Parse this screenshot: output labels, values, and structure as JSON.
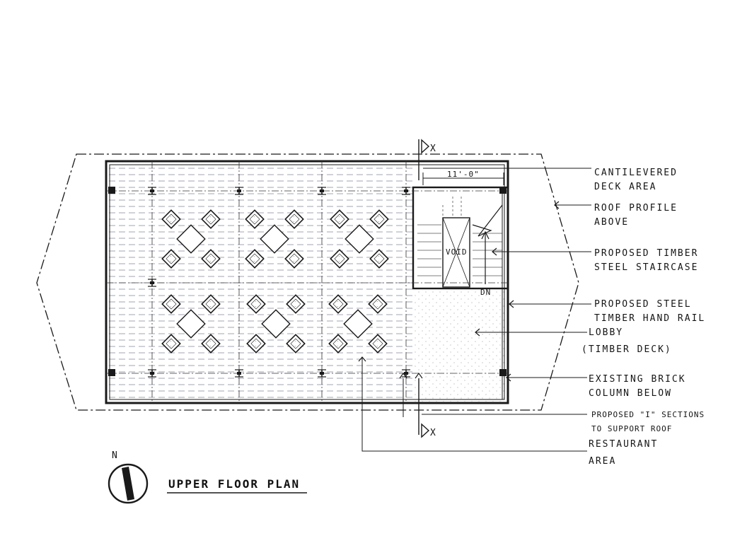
{
  "drawing": {
    "title": "UPPER FLOOR PLAN",
    "north_label": "N",
    "section_marker": "X",
    "dimension": "11'-0\"",
    "void_label": "VOID",
    "down_label": "DN"
  },
  "callouts": [
    {
      "line1": "CANTILEVERED",
      "line2": "DECK AREA"
    },
    {
      "line1": "ROOF PROFILE",
      "line2": "ABOVE"
    },
    {
      "line1": "PROPOSED TIMBER",
      "line2": "STEEL STAIRCASE"
    },
    {
      "line1": "PROPOSED STEEL",
      "line2": "TIMBER  HAND RAIL"
    },
    {
      "line1": "LOBBY",
      "line2": "(TIMBER DECK)"
    },
    {
      "line1": "EXISTING BRICK",
      "line2": "COLUMN BELOW"
    },
    {
      "line1": "PROPOSED \"I\" SECTIONS",
      "line2": "TO SUPPORT ROOF"
    },
    {
      "line1": "RESTAURANT",
      "line2": "AREA"
    }
  ]
}
